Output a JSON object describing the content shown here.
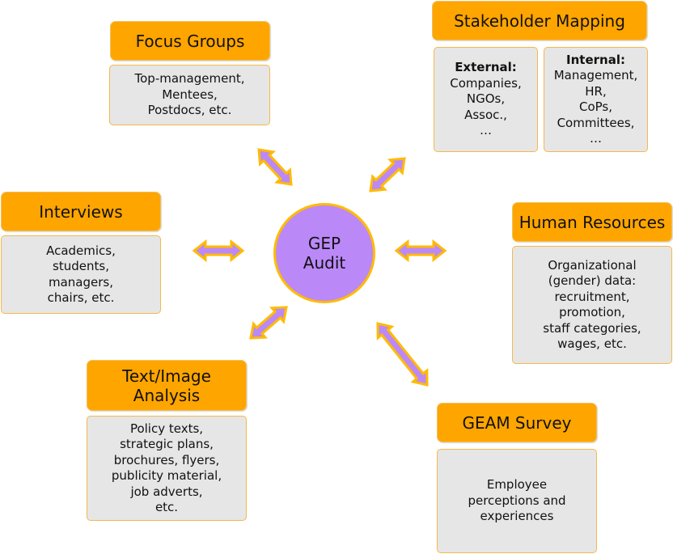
{
  "center": {
    "line1": "GEP",
    "line2": "Audit"
  },
  "colors": {
    "header_fill": "#ffa500",
    "body_fill": "#e6e6e6",
    "arrow_fill": "#bb88f8",
    "arrow_stroke": "#ffbb00",
    "circle_fill": "#bb88f8"
  },
  "nodes": {
    "focus_groups": {
      "title": "Focus Groups",
      "lines": [
        "Top-management,",
        "Mentees,",
        "Postdocs, etc."
      ]
    },
    "stakeholder_mapping": {
      "title": "Stakeholder Mapping",
      "external": {
        "heading": "External:",
        "lines": [
          "Companies,",
          "NGOs,",
          "Assoc.,",
          "…"
        ]
      },
      "internal": {
        "heading": "Internal:",
        "lines": [
          "Management,",
          "HR,",
          "CoPs,",
          "Committees,",
          "…"
        ]
      }
    },
    "interviews": {
      "title": "Interviews",
      "lines": [
        "Academics,",
        "students,",
        "managers,",
        "chairs, etc."
      ]
    },
    "human_resources": {
      "title": "Human Resources",
      "lines": [
        "Organizational",
        "(gender) data:",
        "recruitment,",
        "promotion,",
        "staff categories,",
        "wages, etc."
      ]
    },
    "text_image_analysis": {
      "title_line1": "Text/Image",
      "title_line2": "Analysis",
      "lines": [
        "Policy texts,",
        "strategic plans,",
        "brochures, flyers,",
        "publicity material,",
        "job adverts,",
        "etc."
      ]
    },
    "geam_survey": {
      "title": "GEAM Survey",
      "lines": [
        "Employee",
        "perceptions and",
        "experiences"
      ]
    }
  }
}
